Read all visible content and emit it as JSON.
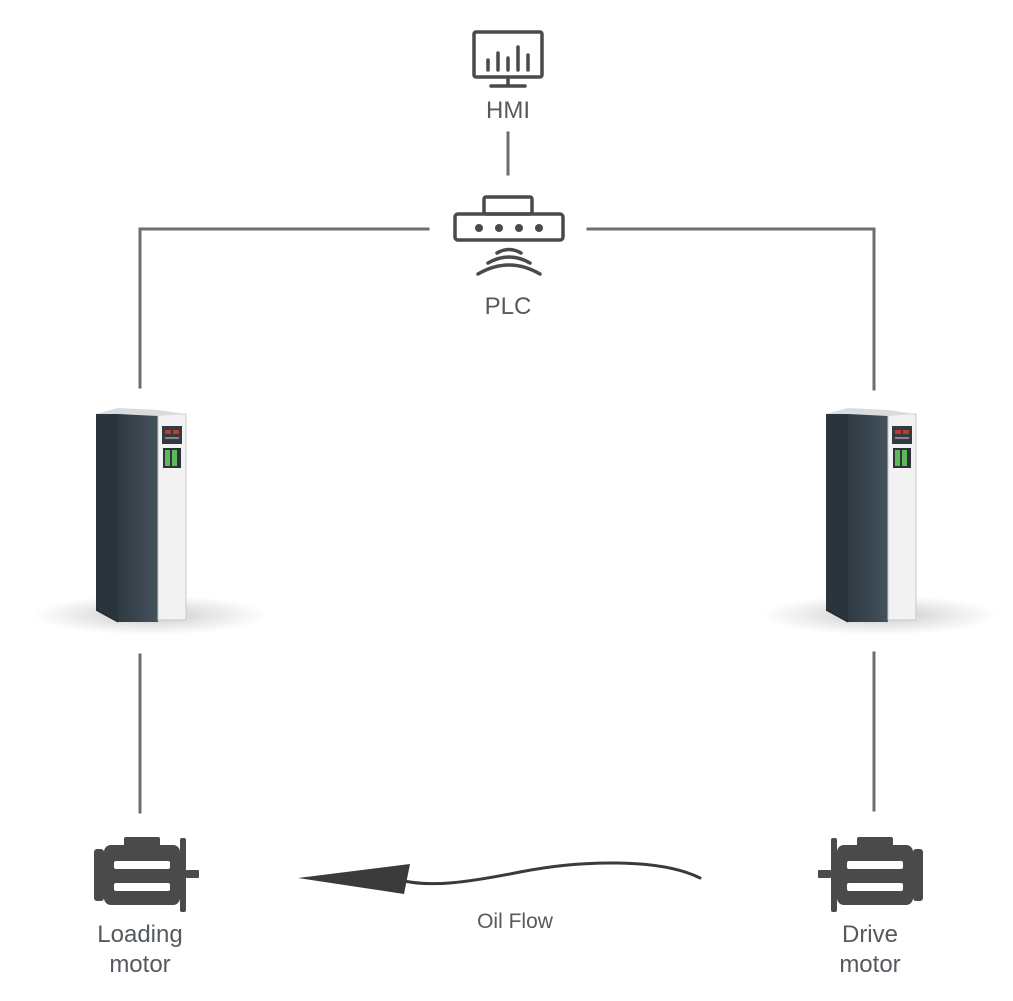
{
  "nodes": {
    "hmi": {
      "label": "HMI",
      "icon": "monitor-chart-icon"
    },
    "plc": {
      "label": "PLC",
      "icon": "wireless-plc-icon"
    },
    "left_drive": {
      "icon": "frequency-drive-cabinet-icon"
    },
    "right_drive": {
      "icon": "frequency-drive-cabinet-icon"
    },
    "loading_motor": {
      "label_line1": "Loading",
      "label_line2": "motor",
      "icon": "motor-icon"
    },
    "drive_motor": {
      "label_line1": "Drive",
      "label_line2": "motor",
      "icon": "motor-icon"
    }
  },
  "flow": {
    "label": "Oil Flow",
    "direction": "right-to-left"
  },
  "colors": {
    "line": "#6e6e6e",
    "icon": "#4a4a4a",
    "label": "#555a5e",
    "drive_body": "#3d4b55",
    "drive_panel": "#f2f2f2",
    "drive_accent": "#5db85c"
  }
}
